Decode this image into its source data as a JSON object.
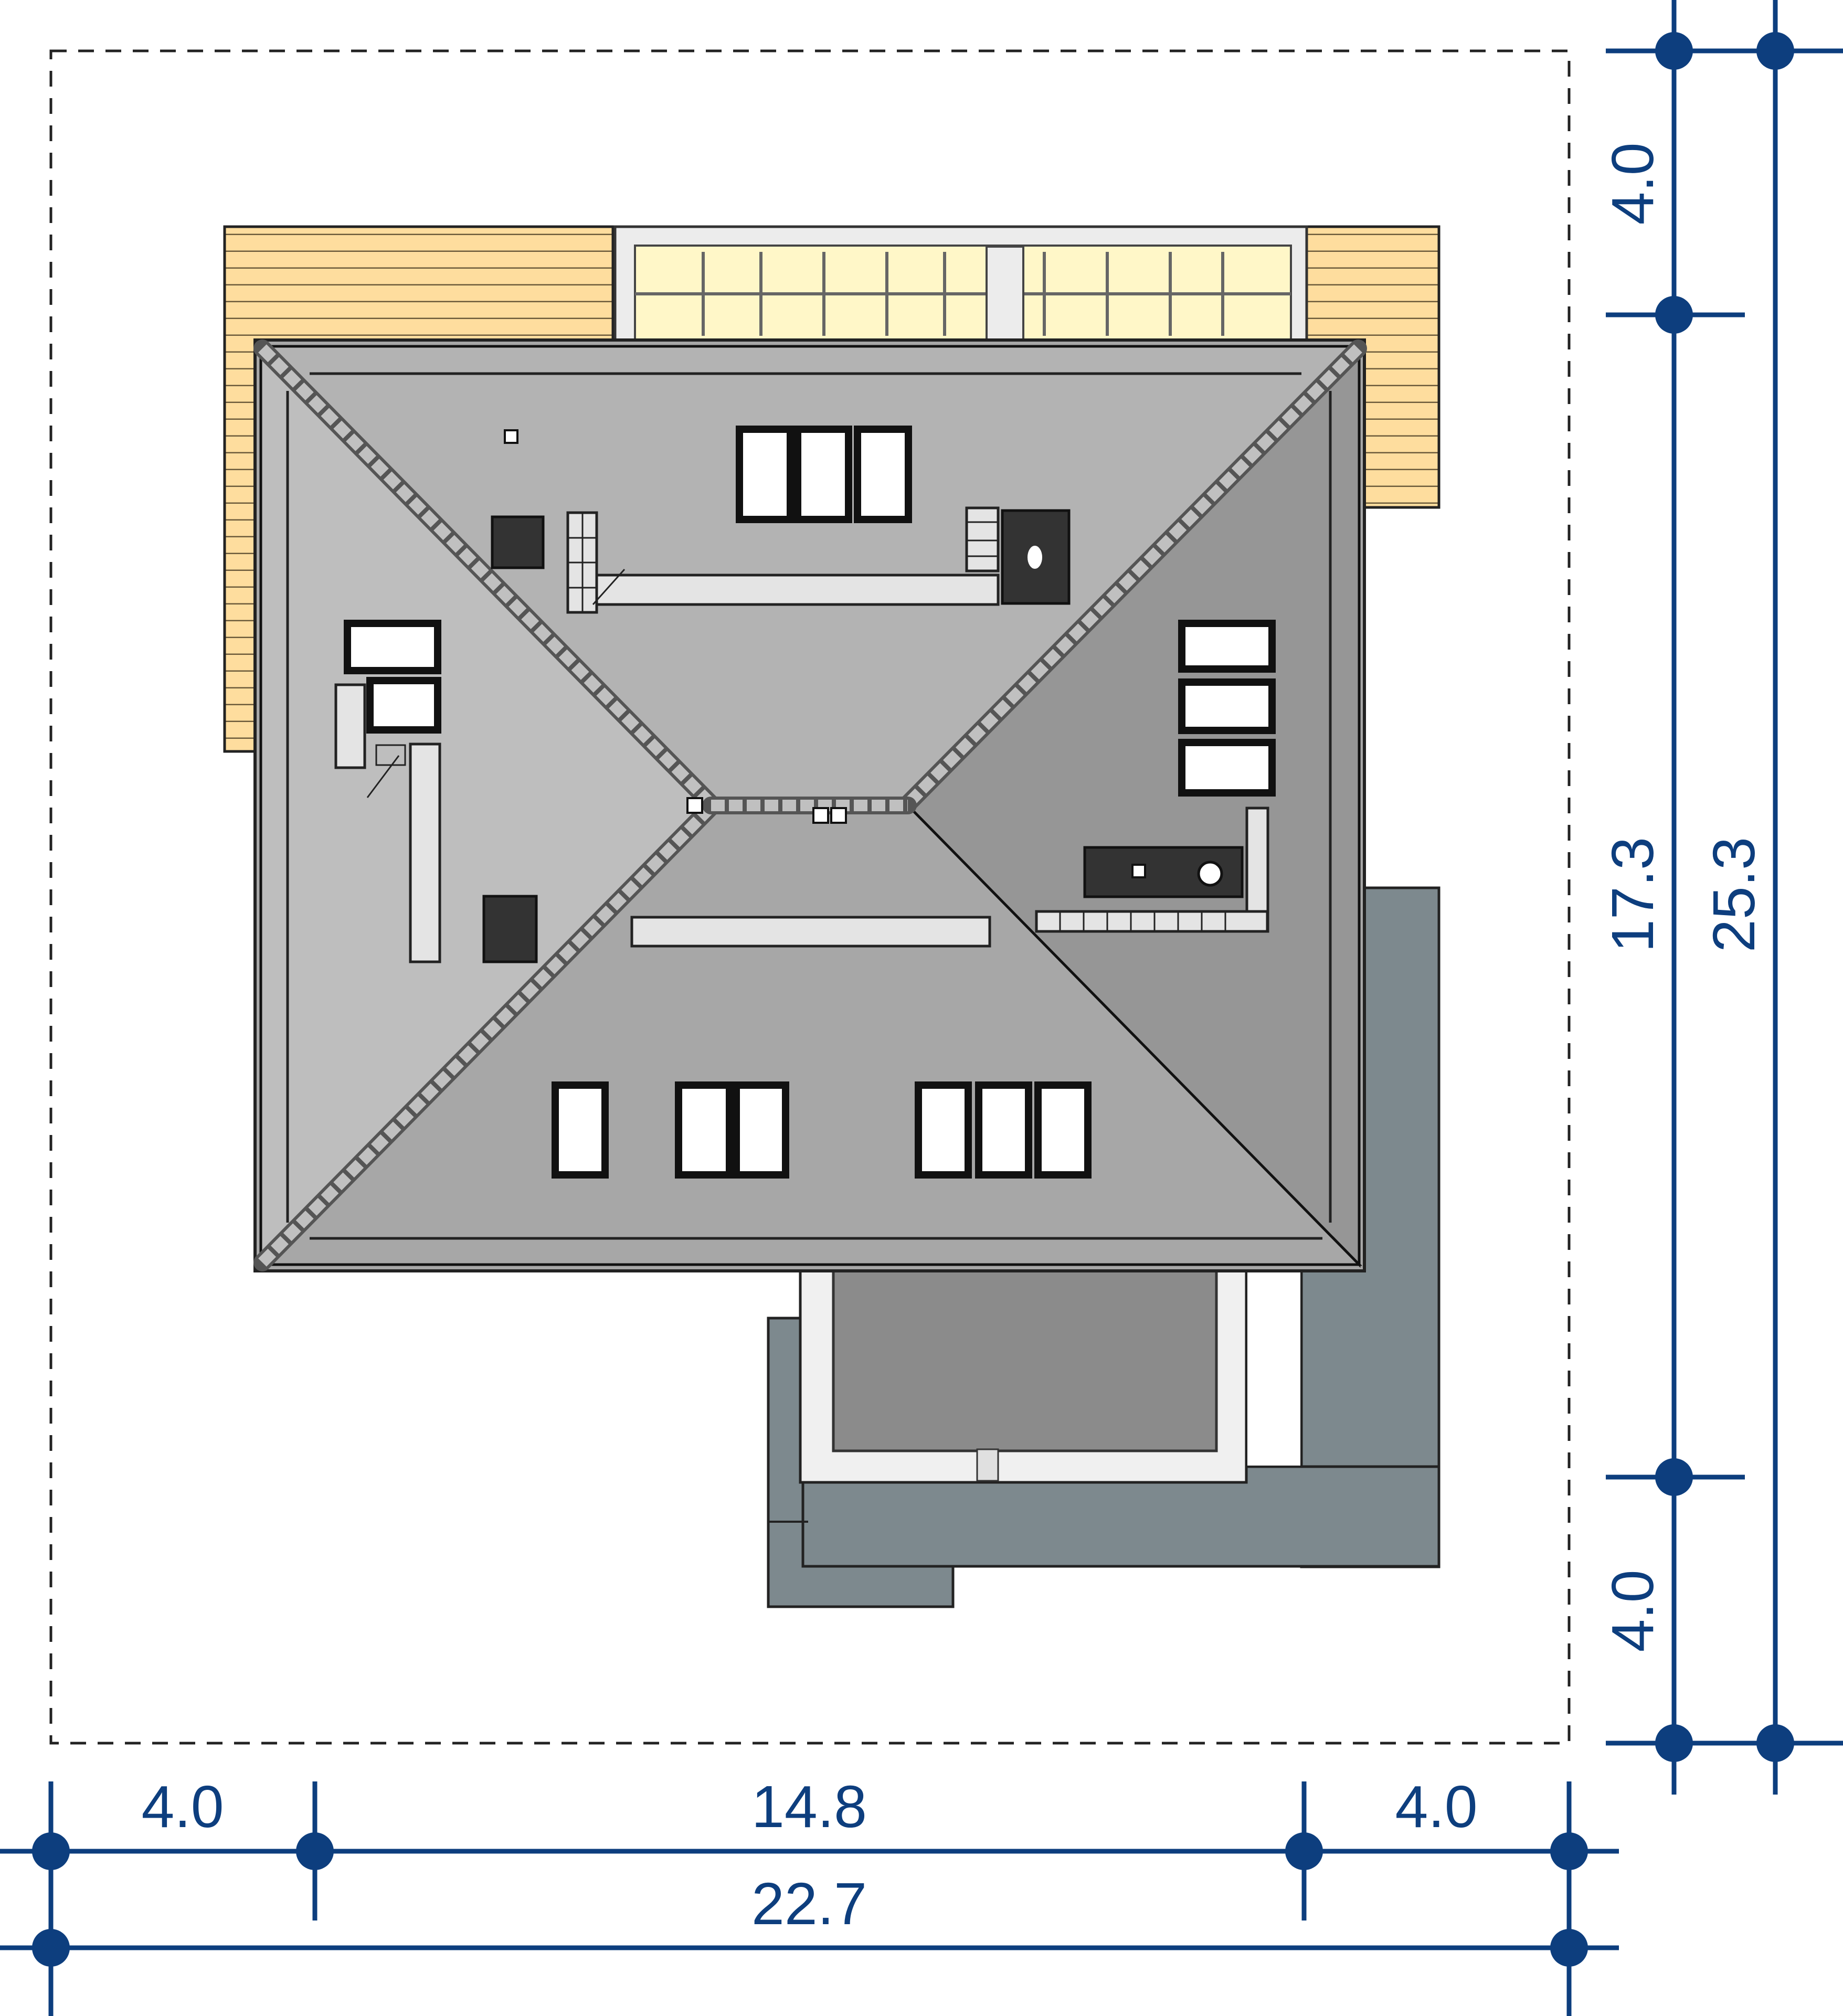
{
  "dimensions": {
    "bottom_left_offset": "4.0",
    "bottom_main_width": "14.8",
    "bottom_right_offset": "4.0",
    "bottom_total_width": "22.7",
    "right_top_offset": "4.0",
    "right_main_depth": "17.3",
    "right_bottom_offset": "4.0",
    "right_total_depth": "25.3"
  },
  "colors": {
    "dimension": "#0d3e7e",
    "roof_north": "#b3b3b3",
    "roof_west": "#bebebe",
    "roof_east": "#969696",
    "roof_south": "#a7a7a7",
    "terrace_wood": "#fedd9e",
    "paving": "#7d898e"
  }
}
